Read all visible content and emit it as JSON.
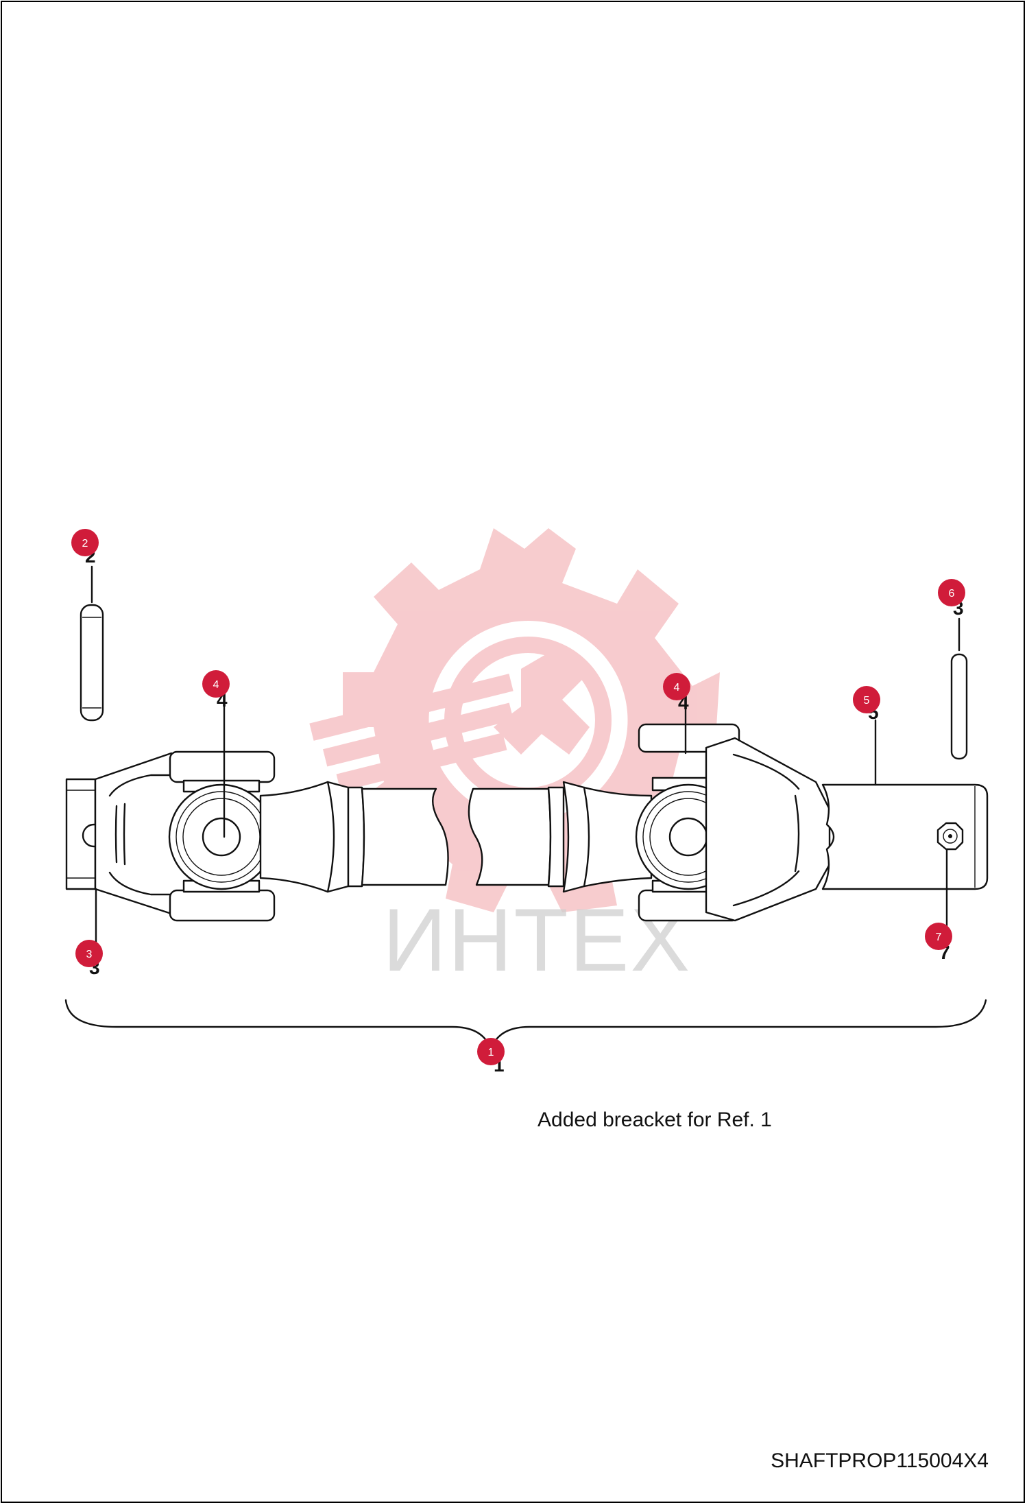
{
  "watermark": {
    "text": "ИНТЕХ",
    "gear_color": "#f6c3c6",
    "text_color": "#cfcfcf"
  },
  "callouts": [
    {
      "id": "2",
      "label": "2"
    },
    {
      "id": "4a",
      "label": "4"
    },
    {
      "id": "4b",
      "label": "4"
    },
    {
      "id": "5",
      "label": "5"
    },
    {
      "id": "6",
      "label": "6"
    },
    {
      "id": "3",
      "label": "3"
    },
    {
      "id": "7",
      "label": "7"
    },
    {
      "id": "1",
      "label": "1"
    }
  ],
  "ref_numbers": [
    {
      "id": "2",
      "text": "2"
    },
    {
      "id": "4a",
      "text": "4"
    },
    {
      "id": "4b",
      "text": "4"
    },
    {
      "id": "5",
      "text": "5"
    },
    {
      "id": "6",
      "text": "3"
    },
    {
      "id": "3",
      "text": "3"
    },
    {
      "id": "7",
      "text": "7"
    },
    {
      "id": "1",
      "text": "1"
    }
  ],
  "callout_color": "#d01c3a",
  "caption": "Added breacket for Ref. 1",
  "drawing_code": "SHAFTPROP115004X4"
}
